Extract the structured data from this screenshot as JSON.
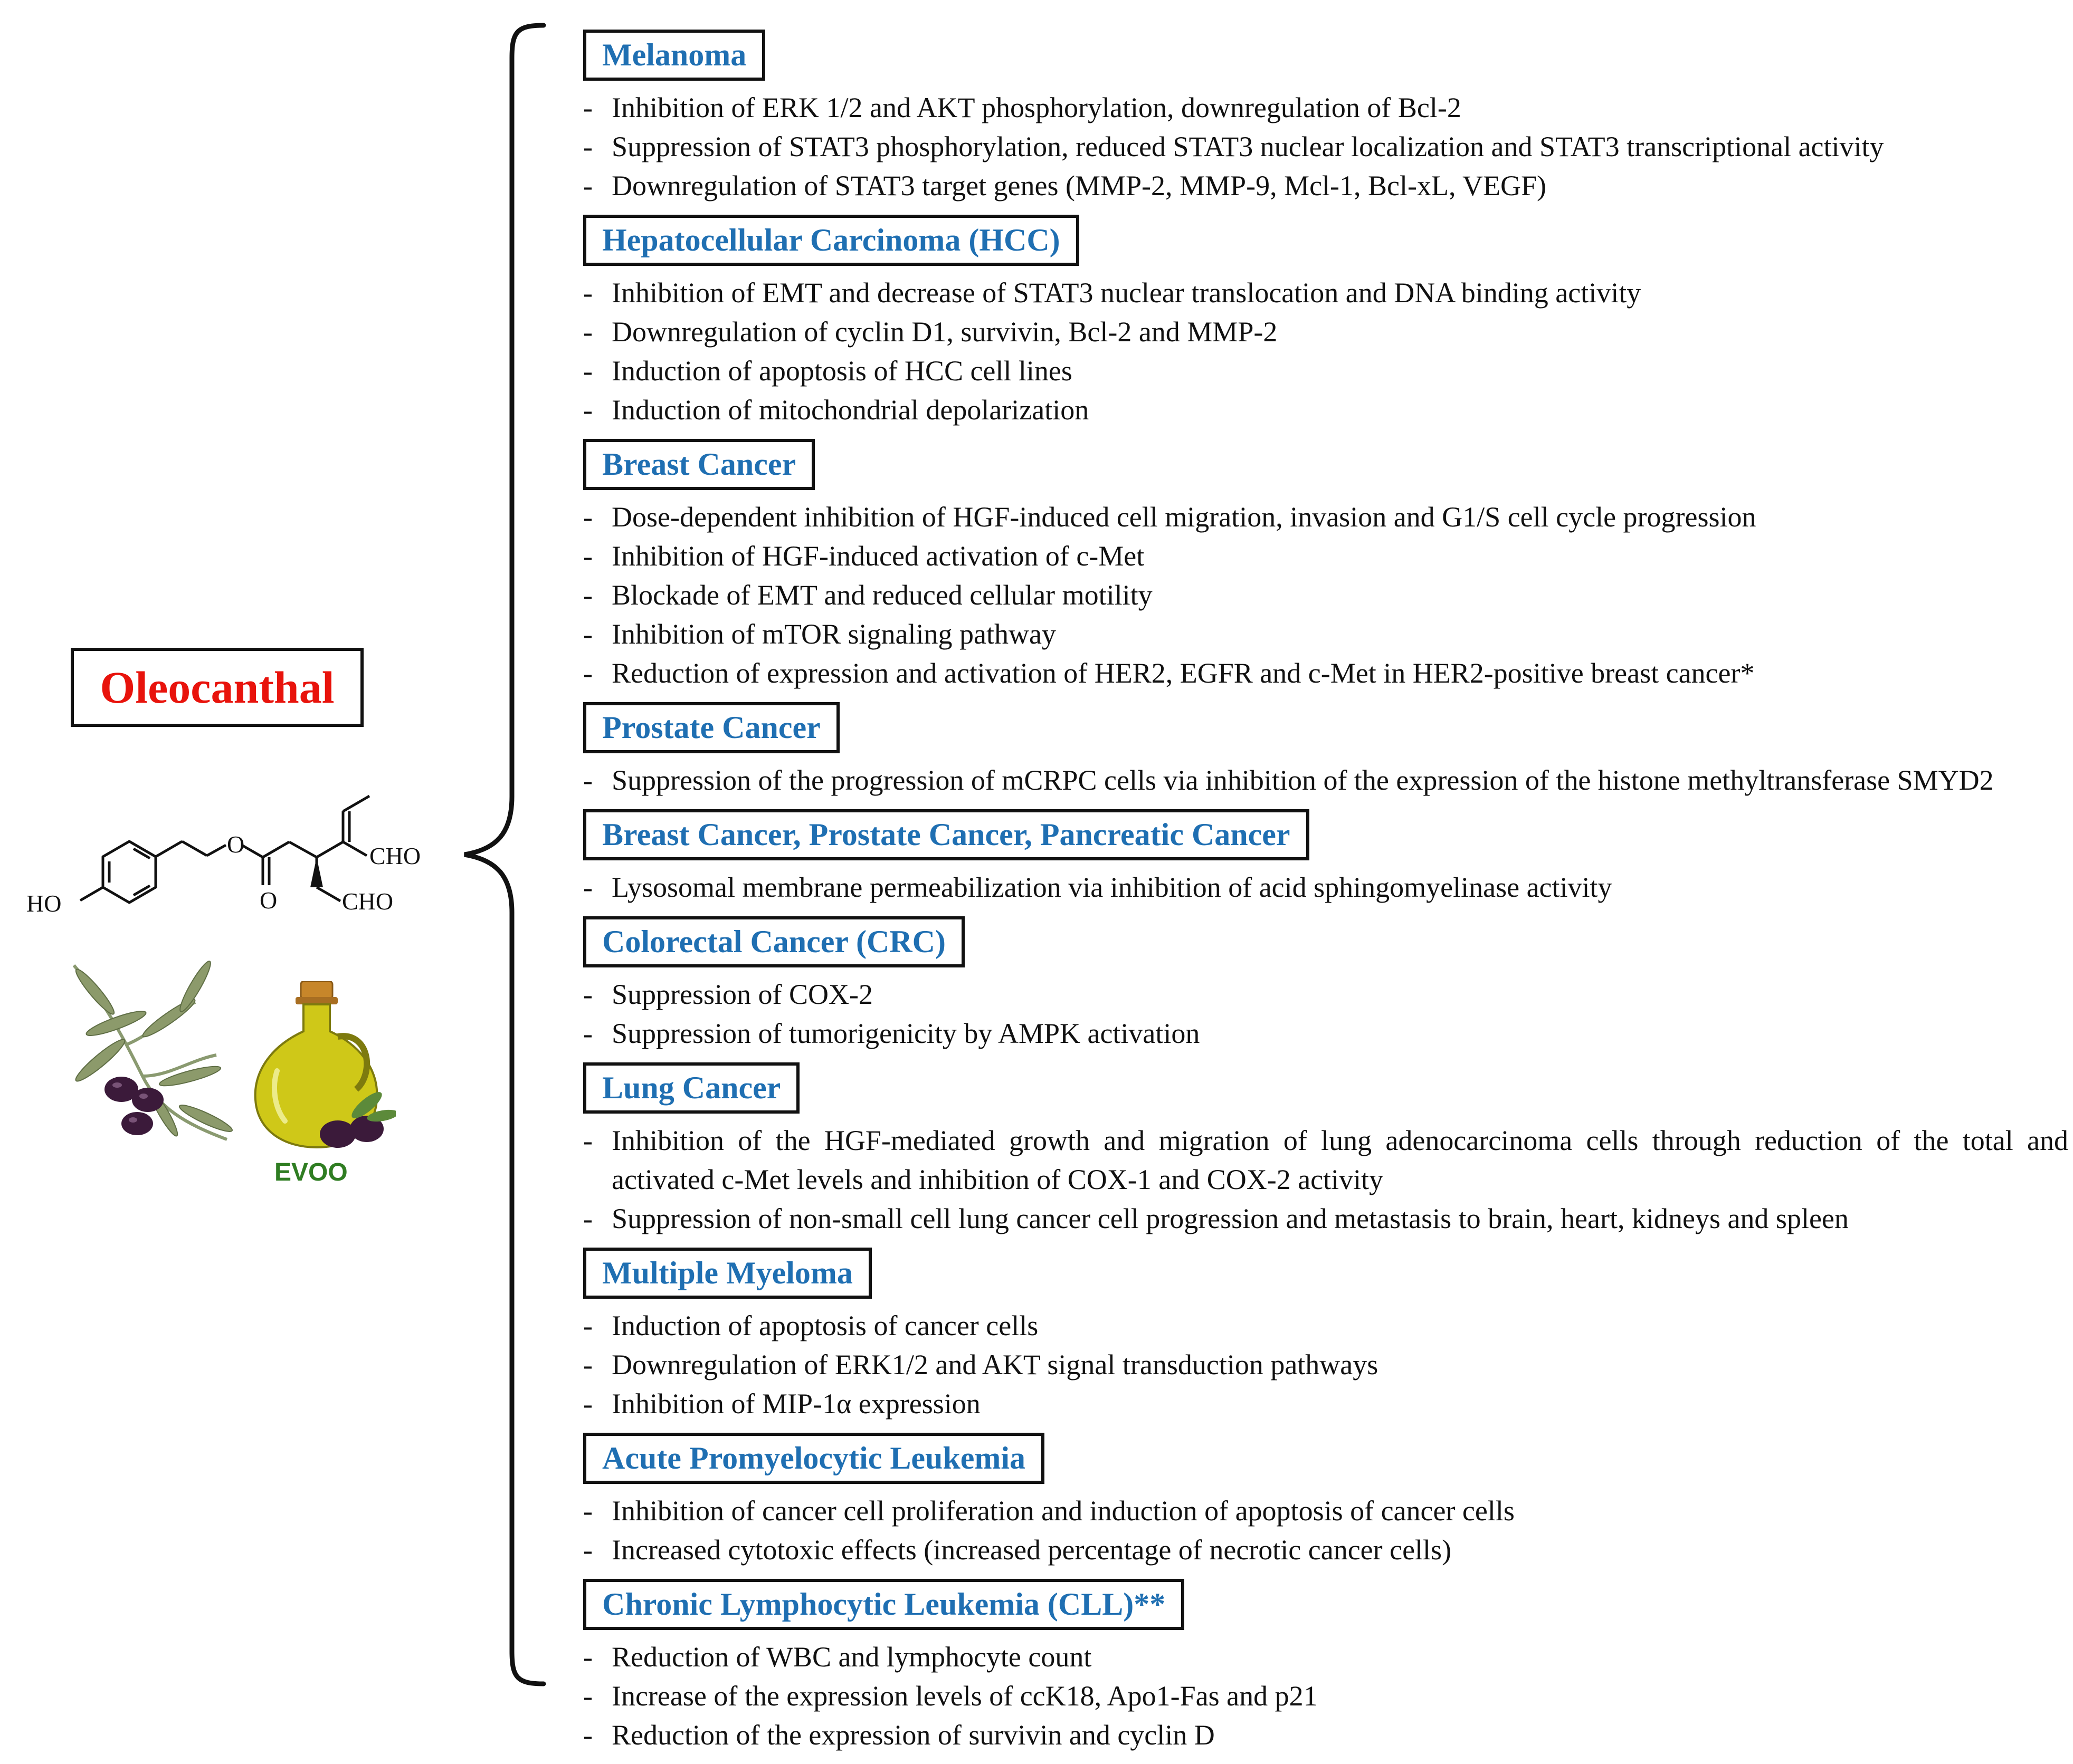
{
  "title": "Oleocanthal",
  "molecule_labels": {
    "hydroxyl": "HO",
    "carbonyl_o": "O",
    "ester_o": "O",
    "aldehyde_1": "CHO",
    "aldehyde_2": "CHO"
  },
  "evoo_label": "EVOO",
  "colors": {
    "title": "#e8130c",
    "heading": "#1f6fb2",
    "evoo": "#2f7d22",
    "oil": "#c9c214",
    "olive": "#3b1a3a",
    "leaf": "#7a8f5a"
  },
  "sections": [
    {
      "heading": "Melanoma",
      "items": [
        "Inhibition of ERK 1/2 and AKT phosphorylation, downregulation of Bcl-2",
        "Suppression of STAT3 phosphorylation, reduced STAT3 nuclear localization and STAT3 transcriptional activity",
        "Downregulation of STAT3 target genes (MMP-2, MMP-9, Mcl-1, Bcl-xL, VEGF)"
      ]
    },
    {
      "heading": "Hepatocellular Carcinoma (HCC)",
      "items": [
        "Inhibition of EMT and decrease of STAT3 nuclear translocation and DNA binding activity",
        "Downregulation of cyclin D1, survivin, Bcl-2 and MMP-2",
        "Induction of apoptosis of HCC cell lines",
        "Induction of mitochondrial depolarization"
      ]
    },
    {
      "heading": "Breast Cancer",
      "items": [
        "Dose-dependent inhibition of HGF-induced cell migration, invasion and G1/S cell cycle progression",
        "Inhibition of HGF-induced activation of c-Met",
        "Blockade of EMT and reduced cellular motility",
        "Inhibition of mTOR signaling pathway",
        "Reduction of expression and activation of HER2, EGFR and c-Met in HER2-positive breast cancer*"
      ]
    },
    {
      "heading": "Prostate Cancer",
      "items": [
        "Suppression of the progression of  mCRPC cells via inhibition of the expression of the histone methyltransferase SMYD2"
      ]
    },
    {
      "heading": "Breast Cancer, Prostate Cancer, Pancreatic Cancer",
      "items": [
        "Lysosomal membrane permeabilization via inhibition of acid sphingomyelinase activity"
      ]
    },
    {
      "heading": "Colorectal Cancer (CRC)",
      "items": [
        "Suppression of COX-2",
        "Suppression of tumorigenicity by AMPK activation"
      ]
    },
    {
      "heading": "Lung Cancer",
      "items": [
        "Inhibition of the HGF-mediated growth and migration of lung adenocarcinoma cells through reduction of the total and activated c-Met levels and inhibition of COX-1 and COX-2 activity",
        "Suppression of non-small cell lung cancer cell progression and metastasis to brain, heart, kidneys and spleen"
      ]
    },
    {
      "heading": "Multiple Myeloma",
      "items": [
        "Induction of apoptosis of cancer cells",
        "Downregulation of ERK1/2 and AKT signal transduction pathways",
        "Inhibition of MIP-1α expression"
      ]
    },
    {
      "heading": "Acute Promyelocytic Leukemia",
      "items": [
        "Inhibition of cancer cell proliferation and induction of apoptosis of cancer cells",
        "Increased cytotoxic effects (increased percentage of necrotic cancer cells)"
      ]
    },
    {
      "heading": "Chronic Lymphocytic Leukemia (CLL)**",
      "items": [
        "Reduction of WBC and lymphocyte count",
        "Increase of the expression levels of ccK18, Apo1-Fas and p21",
        "Reduction of the expression of survivin and cyclin D"
      ]
    }
  ]
}
